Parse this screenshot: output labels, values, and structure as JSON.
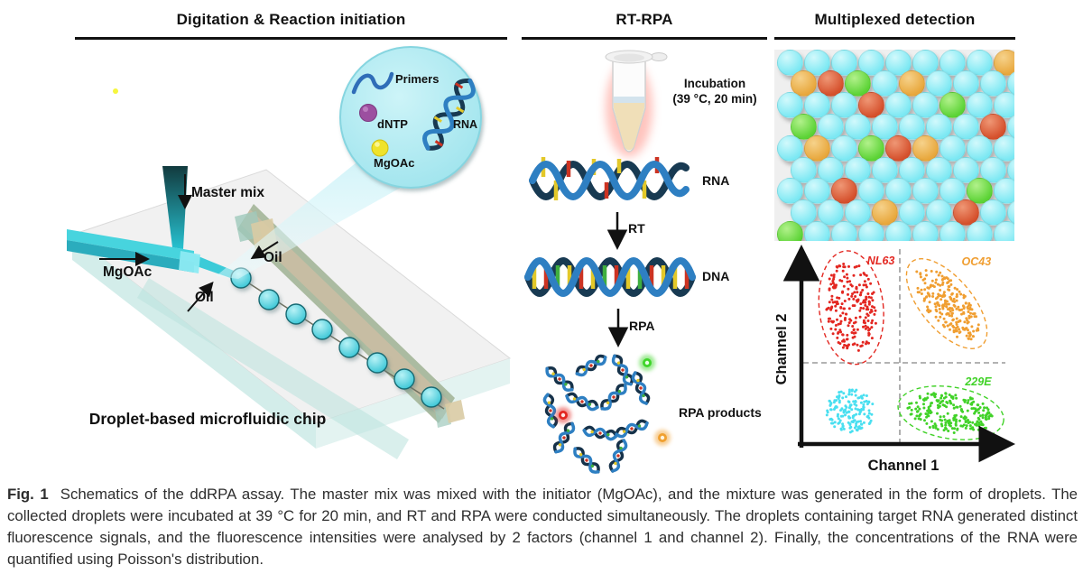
{
  "panels": {
    "digitation": {
      "title": "Digitation & Reaction initiation",
      "inset": {
        "primers_label": "Primers",
        "dntp_label": "dNTP",
        "mgoac_label": "MgOAc",
        "rna_label": "RNA"
      },
      "chip": {
        "master_mix_label": "Master mix",
        "mgoac_label": "MgOAc",
        "oil_bottom_label": "Oil",
        "oil_top_label": "Oil",
        "caption": "Droplet-based microfluidic chip"
      }
    },
    "rt_rpa": {
      "title": "RT-RPA",
      "incubation_label": "Incubation",
      "incubation_conditions": "(39 °C, 20 min)",
      "rna_label": "RNA",
      "rt_step_label": "RT",
      "dna_label": "DNA",
      "rpa_step_label": "RPA",
      "products_label": "RPA products"
    },
    "multiplexed": {
      "title": "Multiplexed detection",
      "droplet_grid": {
        "rows": [
          "cccccccco",
          "orgcocccc",
          "cccrccgcc",
          "gccccccrc",
          "cocgroccc",
          "ccccccccc",
          "ccrccccgc",
          "cccoccrcc",
          "gcccccccc"
        ],
        "colors": {
          "c": "#7be8f3",
          "o": "#e8a73c",
          "r": "#d5502c",
          "g": "#5bd335"
        },
        "droplet_types": {
          "c": "empty droplet (cyan)",
          "o": "orange fluorescent droplet",
          "r": "red fluorescent droplet",
          "g": "green fluorescent droplet"
        }
      }
    }
  },
  "chart_data": {
    "type": "scatter",
    "title": "",
    "xlabel": "Channel 1",
    "ylabel": "Channel 2",
    "axes": "unlabeled fluorescence-intensity axes with arrowheads; dashed crosshair divides four quadrants",
    "legend_position": "labels next to clusters",
    "series": [
      {
        "name": "NL63",
        "color": "#e32721",
        "n_points": 220,
        "center_frac": [
          0.24,
          0.7
        ],
        "spread_frac": [
          0.12,
          0.24
        ],
        "rotation_deg": -6,
        "encircled": true,
        "label_pos_frac": [
          0.383,
          0.921
        ]
      },
      {
        "name": "OC43",
        "color": "#f09e31",
        "n_points": 230,
        "center_frac": [
          0.7,
          0.72
        ],
        "spread_frac": [
          0.215,
          0.1
        ],
        "rotation_deg": 50,
        "encircled": true,
        "label_pos_frac": [
          0.843,
          0.917
        ]
      },
      {
        "name": "",
        "color": "#49dff0",
        "n_points": 160,
        "center_frac": [
          0.235,
          0.17
        ],
        "spread_frac": [
          0.115,
          0.112
        ],
        "rotation_deg": 0,
        "encircled": false,
        "label_pos_frac": null
      },
      {
        "name": "229E",
        "color": "#41d228",
        "n_points": 230,
        "center_frac": [
          0.72,
          0.16
        ],
        "spread_frac": [
          0.21,
          0.1
        ],
        "rotation_deg": 9,
        "encircled": true,
        "label_pos_frac": [
          0.852,
          0.301
        ]
      }
    ]
  },
  "caption": {
    "label": "Fig. 1",
    "text": "Schematics of the ddRPA assay. The master mix was mixed with the initiator (MgOAc), and the mixture was generated in the form of droplets. The collected droplets were incubated at 39 °C for 20 min, and RT and RPA were conducted simultaneously. The droplets containing target RNA generated distinct fluorescence signals, and the fluorescence intensities were analysed by 2 factors (channel 1 and channel 2). Finally, the concentrations of the RNA were quantified using Poisson's distribution."
  }
}
